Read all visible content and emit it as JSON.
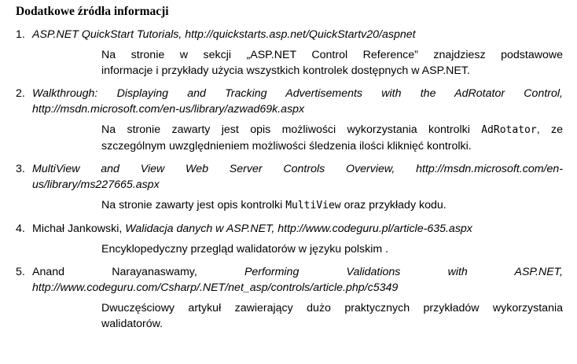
{
  "heading": "Dodatkowe źródła informacji",
  "items": [
    {
      "number": "1.",
      "title": "ASP.NET QuickStart Tutorials, http://quickstarts.asp.net/QuickStartv20/aspnet",
      "desc_line1": "Na stronie w sekcji „ASP.NET Control Reference” znajdziesz podstawowe",
      "desc_line2": "informacje i przykłady użycia wszystkich kontrolek dostępnych w ASP.NET."
    },
    {
      "number": "2.",
      "title_line1": "Walkthrough: Displaying and Tracking Advertisements with the AdRotator Control,",
      "title_line2": "http://msdn.microsoft.com/en-us/library/azwad69k.aspx",
      "desc_pre": "Na stronie zawarty jest opis możliwości wykorzystania kontrolki ",
      "desc_code": "AdRotator",
      "desc_post": ", ze",
      "desc_line2": "szczególnym uwzględnieniem możliwości śledzenia ilości kliknięć kontrolki."
    },
    {
      "number": "3.",
      "title_line1": "MultiView and View Web Server Controls Overview, http://msdn.microsoft.com/en-",
      "title_line2": "us/library/ms227665.aspx",
      "desc_pre": "Na stronie zawarty jest opis kontrolki ",
      "desc_code": "MultiView",
      "desc_post": " oraz przykłady kodu."
    },
    {
      "number": "4.",
      "author": "Michał Jankowski, ",
      "title": "Walidacja danych w ASP.NET, http://www.codeguru.pl/article-635.aspx",
      "desc": "Encyklopedyczny przegląd walidatorów w języku polskim ."
    },
    {
      "number": "5.",
      "author": "Anand Narayanaswamy, ",
      "title": "Performing Validations with ASP.NET,",
      "title_line2": "http://www.codeguru.com/Csharp/.NET/net_asp/controls/article.php/c5349",
      "desc_line1": "Dwuczęściowy artykuł zawierający dużo praktycznych przykładów wykorzystania",
      "desc_line2": "walidatorów."
    }
  ]
}
